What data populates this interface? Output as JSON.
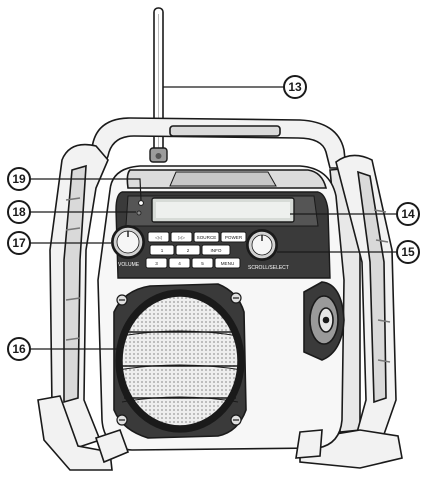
{
  "figure": {
    "callouts": [
      {
        "id": "c13",
        "label": "13"
      },
      {
        "id": "c14",
        "label": "14"
      },
      {
        "id": "c15",
        "label": "15"
      },
      {
        "id": "c16",
        "label": "16"
      },
      {
        "id": "c17",
        "label": "17"
      },
      {
        "id": "c18",
        "label": "18"
      },
      {
        "id": "c19",
        "label": "19"
      }
    ],
    "keypad": {
      "row1": [
        "◁◁",
        "▷▷",
        "SOURCE",
        "POWER"
      ],
      "row2": [
        "1",
        "2",
        "INFO"
      ],
      "row3": [
        "3",
        "4",
        "5",
        "MENU"
      ]
    },
    "knob_labels": {
      "left": "VOLUME",
      "right": "SCROLL/SELECT"
    },
    "colors": {
      "line": "#1a1a1a",
      "frame_fill": "#f2f2f2",
      "frame_shade": "#d9d9d9",
      "dark": "#3a3a3a",
      "grille": "#e6e6e6"
    }
  }
}
